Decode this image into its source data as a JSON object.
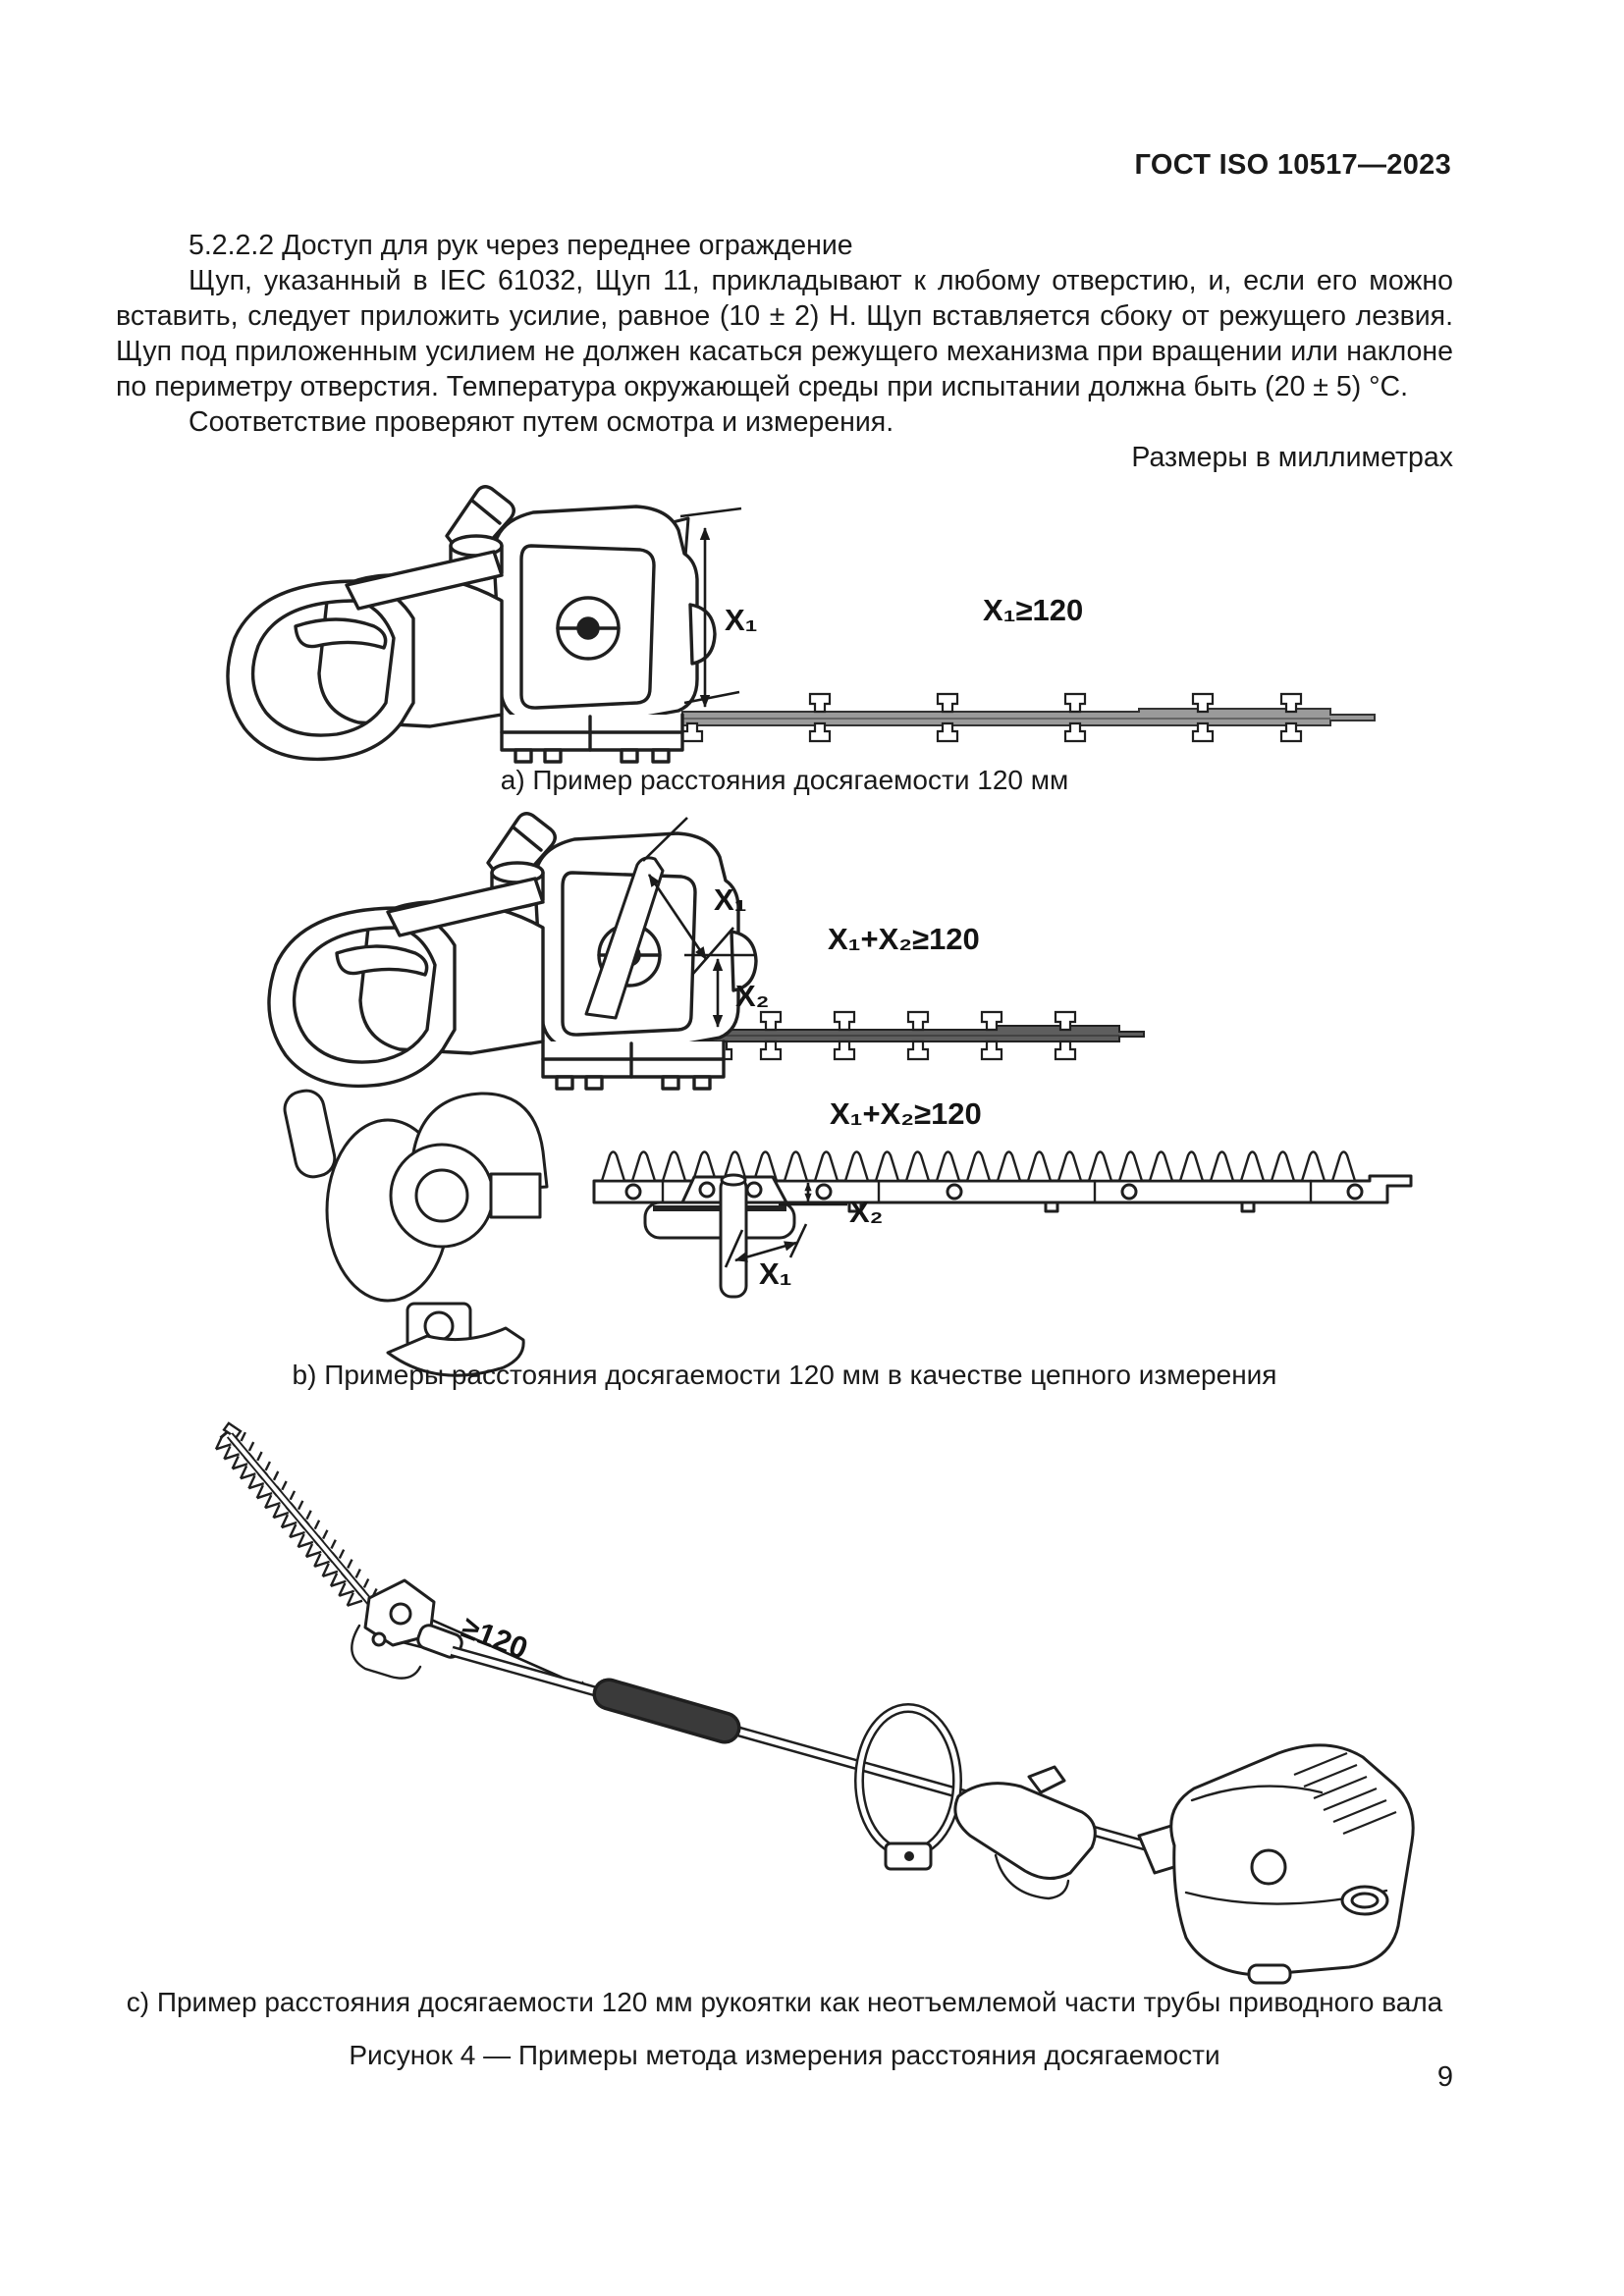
{
  "page": {
    "header": "ГОСТ ISO 10517—2023",
    "number": "9"
  },
  "body": {
    "section_heading": "5.2.2.2 Доступ для рук через переднее ограждение",
    "paragraph_1": "Щуп, указанный в IEC 61032, Щуп 11, прикладывают к любому отверстию, и, если его можно вставить, следует приложить усилие, равное (10 ± 2) Н. Щуп вставляется сбоку от режущего лезвия. Щуп под приложенным усилием не должен касаться режущего механизма при вращении или наклоне по периметру отверстия. Температура окружающей среды при испытании должна быть (20 ± 5) °С.",
    "paragraph_2": "Соответствие проверяют путем осмотра и измерения.",
    "units_note": "Размеры в миллиметрах"
  },
  "figures": {
    "a": {
      "caption": "a) Пример расстояния досягаемости 120 мм",
      "labels": {
        "x1": "X₁",
        "requirement": "X₁≥120"
      }
    },
    "b_side": {
      "labels": {
        "x1": "X₁",
        "x2": "X₂",
        "requirement": "X₁+X₂≥120"
      }
    },
    "b_top": {
      "caption": "b) Примеры расстояния досягаемости 120 мм в качестве цепного измерения",
      "labels": {
        "x1": "X₁",
        "x2": "X₂",
        "requirement": "X₁+X₂≥120"
      }
    },
    "c": {
      "caption": "c) Пример расстояния досягаемости 120 мм рукоятки как неотъемлемой части трубы приводного вала",
      "labels": {
        "requirement": "≥120"
      }
    },
    "title": "Рисунок 4 — Примеры метода измерения расстояния досягаемости"
  },
  "colors": {
    "ink": "#1a1a1a",
    "blade_gray_light": "#9a9a9a",
    "blade_gray_dark": "#5e5e5e"
  }
}
